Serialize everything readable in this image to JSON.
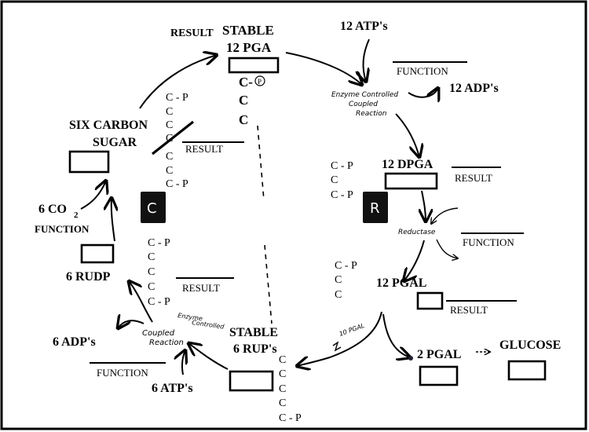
{
  "top": {
    "result_label": "RESULT",
    "stable_label": "STABLE",
    "pga_label": "12 PGA",
    "pga_chain": [
      "C-",
      "C",
      "C"
    ],
    "pga_phosphate": "P",
    "atp_in": "12 ATP's",
    "function_label": "FUNCTION",
    "adp_out": "12 ADP's",
    "enzyme_note_1": "Enzyme Controlled",
    "enzyme_note_2": "Coupled",
    "enzyme_note_3": "Reaction"
  },
  "right": {
    "dpga_chain": [
      "C - P",
      "C",
      "C - P"
    ],
    "dpga_label": "12 DPGA",
    "result_label": "RESULT",
    "marker_r": "R",
    "reductase_note": "Reductase",
    "function_label": "FUNCTION",
    "pgal_chain": [
      "C - P",
      "C",
      "C"
    ],
    "pgal_label": "12 PGAL",
    "result_label_2": "RESULT",
    "ten_pgal_note": "10 PGAL",
    "two_pgal_label": "2 PGAL",
    "glucose_label": "GLUCOSE"
  },
  "left": {
    "six_carbon_1": "SIX CARBON",
    "six_carbon_2": "SUGAR",
    "sugar_chain": [
      "C - P",
      "C",
      "C",
      "C",
      "C",
      "C",
      "C - P"
    ],
    "result_label": "RESULT",
    "marker_c": "C",
    "co2_label": "6 CO",
    "co2_sub": "2",
    "function_label": "FUNCTION",
    "rudp_label": "6  RUDP",
    "rudp_chain": [
      "C - P",
      "C",
      "C",
      "C",
      "C - P"
    ],
    "result_label_2": "RESULT"
  },
  "bottom": {
    "enzyme_note_1": "Enzyme",
    "enzyme_note_2": "Controlled",
    "coupled_note_1": "Coupled",
    "coupled_note_2": "Reaction",
    "adp_out": "6 ADP's",
    "function_label": "FUNCTION",
    "atp_in": "6 ATP's",
    "stable_label": "STABLE",
    "rup_label": "6 RUP's",
    "rup_chain": [
      "C",
      "C",
      "C",
      "C",
      "C - P"
    ]
  }
}
